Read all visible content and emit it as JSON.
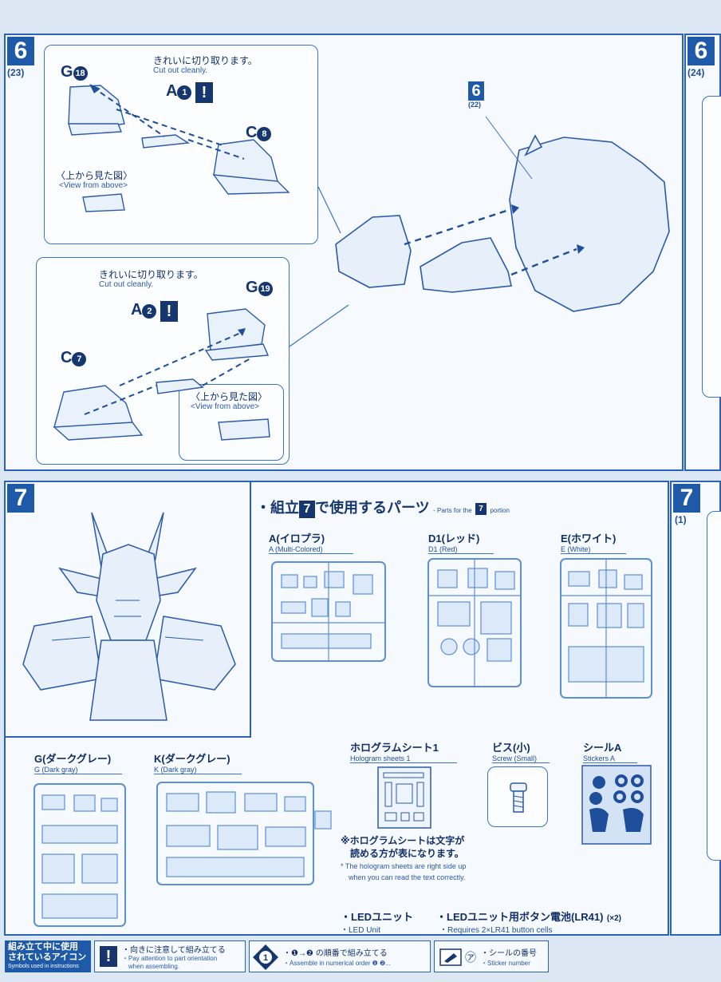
{
  "step6": {
    "number": "6",
    "sub_ref": "(23)",
    "upper": {
      "note_jp": "きれいに切り取ります。",
      "note_en": "Cut out cleanly.",
      "part_g": "G",
      "part_g_num": "18",
      "part_a": "A",
      "part_a_num": "1",
      "warn": "!",
      "part_c": "C",
      "part_c_num": "8",
      "view_jp": "〈上から見た図〉",
      "view_en": "<View from above>"
    },
    "lower": {
      "note_jp": "きれいに切り取ります。",
      "note_en": "Cut out cleanly.",
      "part_g": "G",
      "part_g_num": "19",
      "part_a": "A",
      "part_a_num": "2",
      "warn": "!",
      "part_c": "C",
      "part_c_num": "7",
      "view_jp": "〈上から見た図〉",
      "view_en": "<View from above>"
    },
    "ref_number": "6",
    "ref_sub": "(22)"
  },
  "step6_right": {
    "number": "6",
    "sub_ref": "(24)"
  },
  "step7": {
    "number": "7",
    "parts_title_jp": "・組立",
    "parts_title_num": "7",
    "parts_title_jp2": "で使用するパーツ",
    "parts_title_en_pre": "- Parts for the",
    "parts_title_en_num": "7",
    "parts_title_en_post": "portion",
    "runners": [
      {
        "jp": "A(イロプラ)",
        "en": "A (Multi-Colored)"
      },
      {
        "jp": "D1(レッド)",
        "en": "D1 (Red)"
      },
      {
        "jp": "E(ホワイト)",
        "en": "E (White)"
      },
      {
        "jp": "G(ダークグレー)",
        "en": "G (Dark gray)"
      },
      {
        "jp": "K(ダークグレー)",
        "en": "K (Dark gray)"
      }
    ],
    "hologram": {
      "jp": "ホログラムシート1",
      "en": "Hologram sheets 1"
    },
    "screw": {
      "jp": "ビス(小)",
      "en": "Screw (Small)"
    },
    "stickers": {
      "jp": "シールA",
      "en": "Stickers A"
    },
    "hologram_note_jp1": "※ホログラムシートは文字が",
    "hologram_note_jp2": "読める方が表になります。",
    "hologram_note_en1": "* The hologram sheets are right side up",
    "hologram_note_en2": "when you can read the text correctly.",
    "led_jp": "・LEDユニット",
    "led_en": "・LED Unit",
    "battery_jp": "・LEDユニット用ボタン電池(LR41)",
    "battery_count": "(×2)",
    "battery_en": "・Requires 2×LR41 button cells"
  },
  "step7_right": {
    "number": "7",
    "sub_ref": "(1)"
  },
  "legend": {
    "title_jp1": "組み立て中に使用",
    "title_jp2": "されているアイコン",
    "title_en": "Symbols used in instructions",
    "item1_jp": "・向きに注意して組み立てる",
    "item1_en1": "・Pay attention to part orientation",
    "item1_en2": "when assembling.",
    "item2_jp": "・❶→❷ の順番で組み立てる",
    "item2_en": "・Assemble in numerical order ❶ ❷...",
    "item3_jp": "・シールの番号",
    "item3_en": "・Sticker number",
    "item3_glyph": "㋐"
  },
  "colors": {
    "line": "#2a63b8",
    "dark": "#15366e",
    "bg": "#dbe7f3"
  }
}
